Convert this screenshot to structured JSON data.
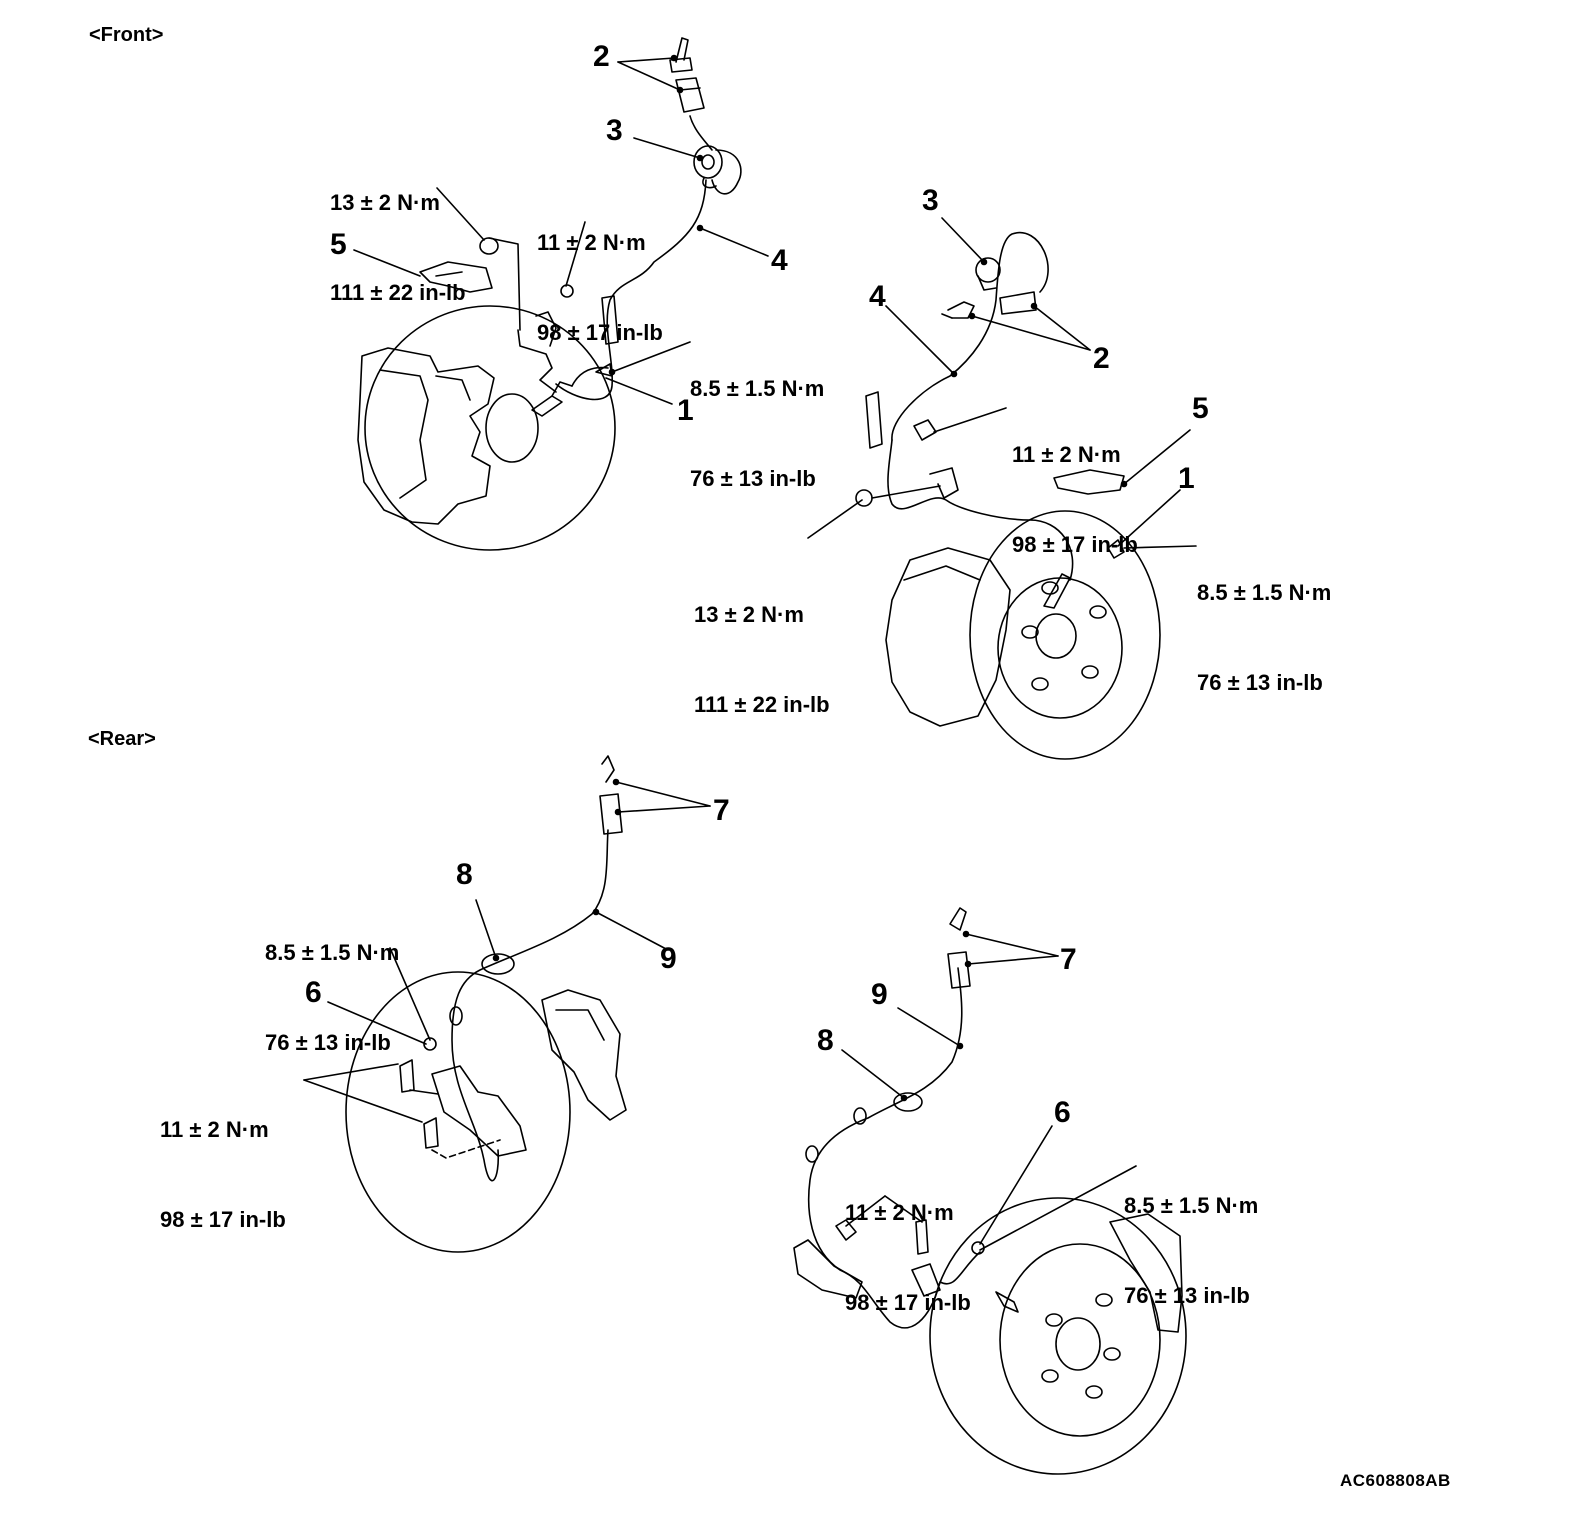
{
  "sections": {
    "front": "<Front>",
    "rear": "<Rear>"
  },
  "torque": {
    "t13": [
      "13 ± 2 N·m",
      "111 ± 22 in-lb"
    ],
    "t11": [
      "11 ± 2 N·m",
      "98 ± 17 in-lb"
    ],
    "t85": [
      "8.5 ± 1.5 N·m",
      "76 ± 13 in-lb"
    ]
  },
  "callouts": [
    "1",
    "2",
    "3",
    "4",
    "5",
    "6",
    "7",
    "8",
    "9"
  ],
  "figure_code": "AC608808AB"
}
